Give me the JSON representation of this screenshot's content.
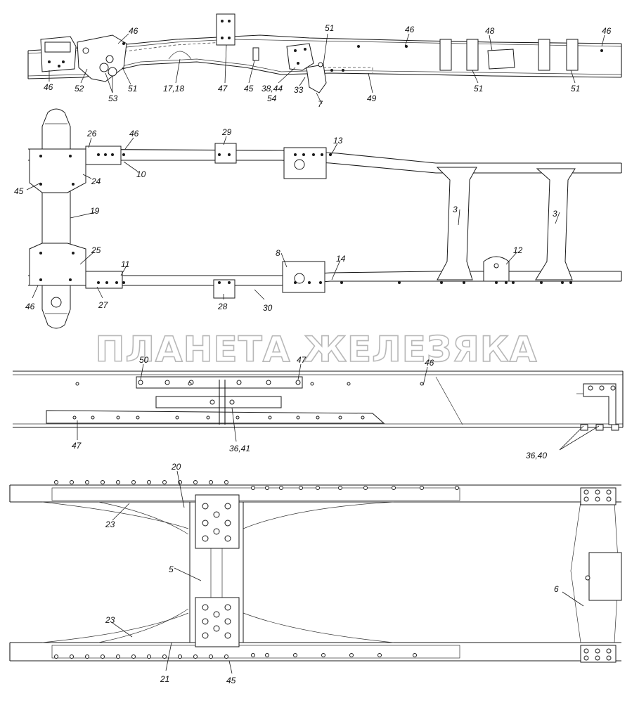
{
  "watermark": "ПЛАНЕТА ЖЕЛЕЗЯКА",
  "callouts": {
    "side_view": [
      "46",
      "46",
      "52",
      "53",
      "51",
      "17,18",
      "47",
      "45",
      "38,44",
      "54",
      "33",
      "7",
      "51",
      "49",
      "46",
      "48",
      "51",
      "51",
      "46"
    ],
    "top_view": [
      "26",
      "46",
      "10",
      "29",
      "13",
      "45",
      "24",
      "19",
      "3",
      "3",
      "25",
      "11",
      "8",
      "14",
      "12",
      "46",
      "27",
      "28",
      "30"
    ],
    "rear_side_view": [
      "50",
      "47",
      "46",
      "47",
      "36,41",
      "36,40"
    ],
    "rear_top_view": [
      "20",
      "23",
      "5",
      "6",
      "23",
      "21",
      "45"
    ]
  }
}
